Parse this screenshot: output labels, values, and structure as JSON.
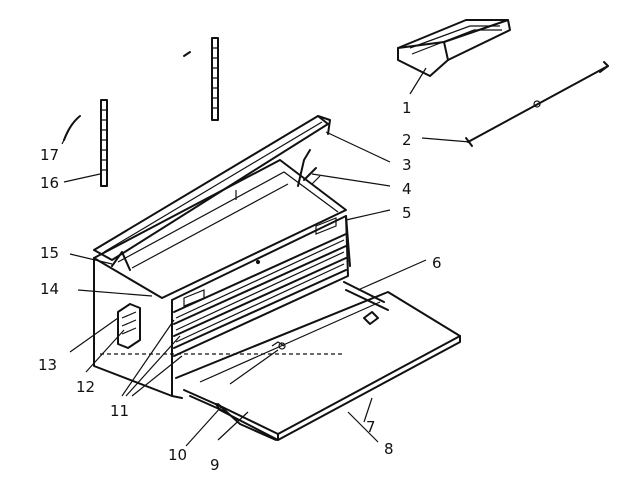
{
  "diagram": {
    "parts": [
      {
        "id": "tray",
        "callout": "1"
      },
      {
        "id": "lid-rod",
        "callout": "2"
      },
      {
        "id": "lid",
        "callout": "3"
      },
      {
        "id": "lid-support",
        "callout": "4"
      },
      {
        "id": "drawer-liner",
        "callout": "5"
      },
      {
        "id": "drawer-slide",
        "callout": "6"
      },
      {
        "id": "drawer-front-trim",
        "callout": "7"
      },
      {
        "id": "drawer",
        "callout": "8"
      },
      {
        "id": "drawer-slide-lower",
        "callout": "9"
      },
      {
        "id": "drawer-slide-bracket",
        "callout": "10"
      },
      {
        "id": "drawer-front-strip",
        "callout": "11"
      },
      {
        "id": "handle",
        "callout": "12"
      },
      {
        "id": "handle-screw",
        "callout": "13"
      },
      {
        "id": "chest-body",
        "callout": "14"
      },
      {
        "id": "hinge",
        "callout": "15"
      },
      {
        "id": "side-strip",
        "callout": "16"
      },
      {
        "id": "clip",
        "callout": "17"
      }
    ]
  }
}
